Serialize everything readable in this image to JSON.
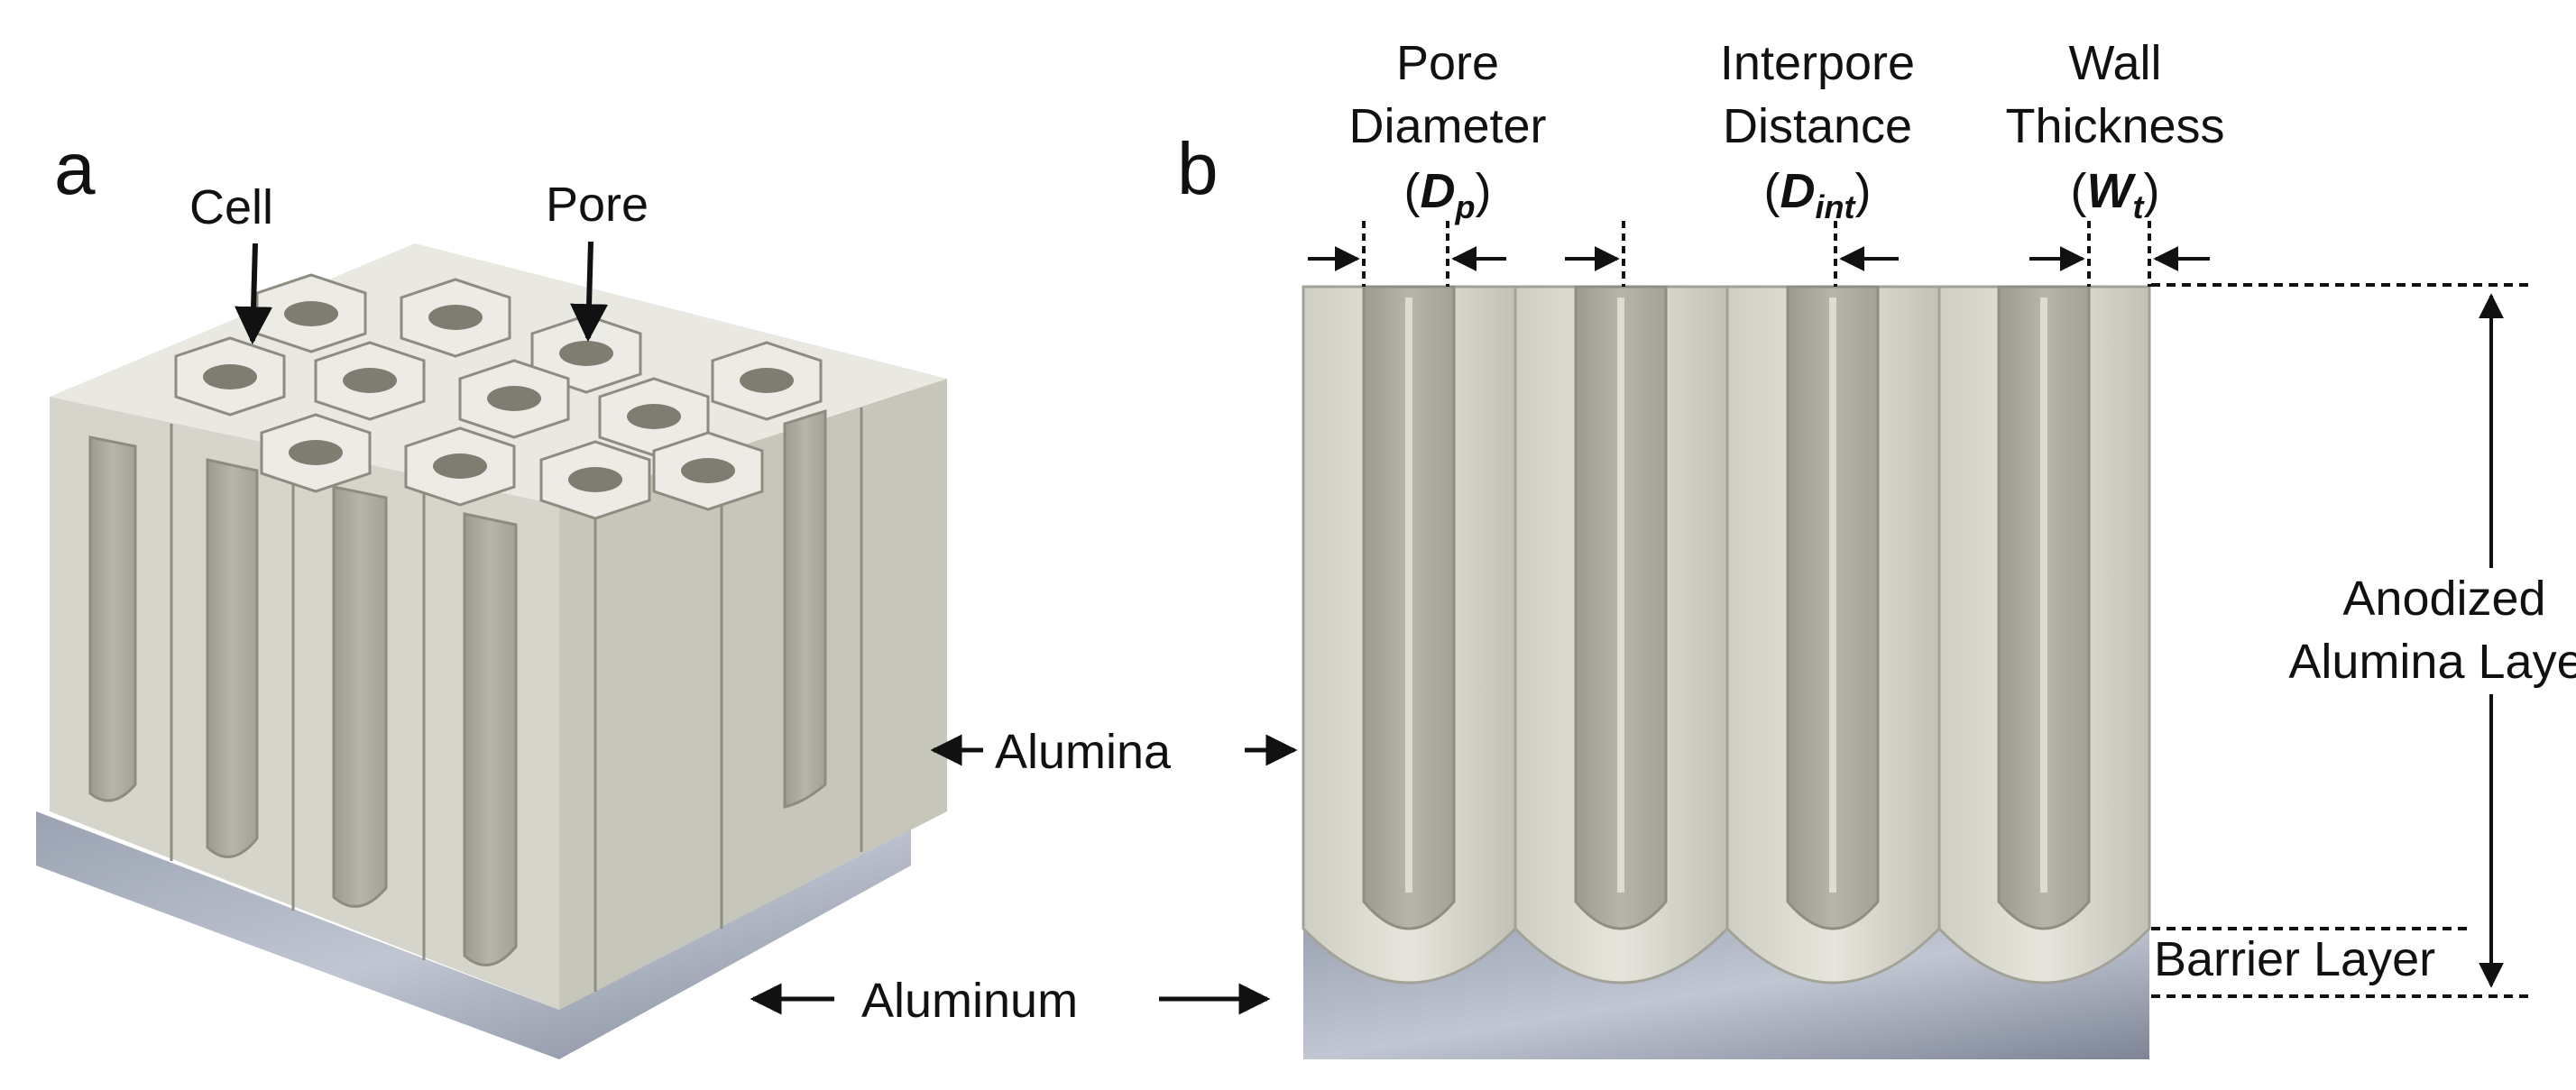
{
  "panels": {
    "a": "a",
    "b": "b"
  },
  "labels": {
    "cell": "Cell",
    "pore": "Pore",
    "alumina": "Alumina",
    "aluminum": "Aluminum",
    "pore_diameter_1": "Pore",
    "pore_diameter_2": "Diameter",
    "pore_diameter_sym": "D",
    "pore_diameter_sub": "p",
    "interpore_1": "Interpore",
    "interpore_2": "Distance",
    "interpore_sym": "D",
    "interpore_sub": "int",
    "wall_1": "Wall",
    "wall_2": "Thickness",
    "wall_sym": "W",
    "wall_sub": "t",
    "anodized_1": "Anodized",
    "anodized_2": "Alumina Layer",
    "barrier": "Barrier Layer"
  },
  "colors": {
    "alumina": "#d9d8cf",
    "alumina_shade": "#b9b8ad",
    "pore": "#a9a89c",
    "aluminum": "#8e96a6"
  }
}
